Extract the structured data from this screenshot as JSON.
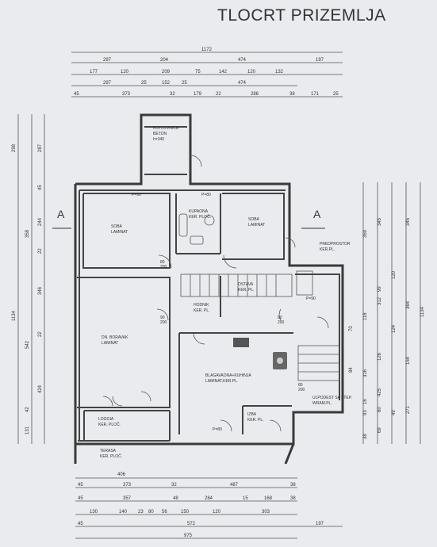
{
  "title": "TLOCRT PRIZEMLJA",
  "section_marker": "A",
  "rooms": [
    {
      "id": "kotlovnica",
      "name": "KOTLOVNICA",
      "floor": "BETON",
      "extra": "h=340"
    },
    {
      "id": "kupaonica",
      "name": "KUPAONA",
      "floor": "KER. PLOČ."
    },
    {
      "id": "soba-1",
      "name": "SOBA",
      "floor": "LAMINAT"
    },
    {
      "id": "soba-2",
      "name": "SOBA",
      "floor": "LAMINAT"
    },
    {
      "id": "predprostor",
      "name": "PREDPROSTOR",
      "floor": "KER.PL."
    },
    {
      "id": "ostava",
      "name": "OSTAVA",
      "floor": "KER. PL."
    },
    {
      "id": "hodnik",
      "name": "HODNIK",
      "floor": "KER. PL."
    },
    {
      "id": "dnevni",
      "name": "DN. BORAVAK",
      "floor": "LAMINAT"
    },
    {
      "id": "blagavaona",
      "name": "BLAGAVAONA+KUHINJA",
      "floor": "LAMINAT,KER.PL."
    },
    {
      "id": "ulaz",
      "name": "ULPODEST SA STEP.",
      "floor": "WRAM.PL."
    },
    {
      "id": "izba",
      "name": "IZBA",
      "floor": "KER. PL."
    },
    {
      "id": "loggia",
      "name": "LOGGIA",
      "floor": "KER. PLOČ."
    },
    {
      "id": "terasa",
      "name": "TERASA",
      "floor": "KER. PLOČ."
    }
  ],
  "dims_top": [
    [
      "1172"
    ],
    [
      "297",
      "204",
      "474",
      "197"
    ],
    [
      "177",
      "120",
      "209",
      "75",
      "142",
      "120",
      "132"
    ],
    [
      "297",
      "25",
      "152",
      "25",
      "474"
    ],
    [
      "45",
      "373",
      "32",
      "179",
      "22",
      "286",
      "38",
      "171",
      "25"
    ]
  ],
  "dims_bottom": [
    [
      "406"
    ],
    [
      "45",
      "373",
      "32",
      "487",
      "38"
    ],
    [
      "45",
      "357",
      "48",
      "284",
      "15",
      "168",
      "38"
    ],
    [
      "130",
      "140",
      "23",
      "80",
      "56",
      "150",
      "120",
      "303"
    ],
    [
      "45",
      "572",
      "197"
    ],
    [
      "975"
    ]
  ],
  "dims_left": [
    "298",
    "287",
    "45",
    "358",
    "244",
    "22",
    "346",
    "22",
    "542",
    "424",
    "42",
    "131",
    "1134"
  ],
  "dims_right": [
    "359",
    "345",
    "345",
    "364",
    "120",
    "99",
    "312",
    "118",
    "126",
    "124",
    "154",
    "1134",
    "70",
    "84",
    "316",
    "425",
    "93",
    "69",
    "49",
    "271",
    "38",
    "60",
    "16"
  ],
  "door_labels": [
    "P=90",
    "80",
    "200",
    "P=80",
    "90",
    "200",
    "P=80",
    "P=90",
    "80",
    "200",
    "80",
    "200"
  ]
}
